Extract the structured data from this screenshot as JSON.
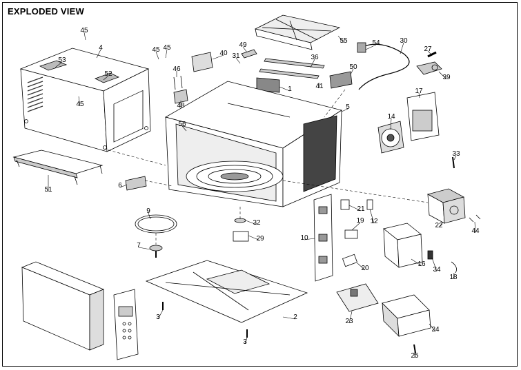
{
  "title": "EXPLODED VIEW",
  "colors": {
    "line": "#000000",
    "background": "#ffffff",
    "shade": "#d9d9d9",
    "dark": "#555555"
  },
  "callouts": [
    {
      "label": "45"
    },
    {
      "label": "4"
    },
    {
      "label": "45"
    },
    {
      "label": "45"
    },
    {
      "label": "40"
    },
    {
      "label": "49"
    },
    {
      "label": "55"
    },
    {
      "label": "54"
    },
    {
      "label": "30"
    },
    {
      "label": "27"
    },
    {
      "label": "53"
    },
    {
      "label": "52"
    },
    {
      "label": "46"
    },
    {
      "label": "31"
    },
    {
      "label": "36"
    },
    {
      "label": "50"
    },
    {
      "label": "39"
    },
    {
      "label": "45"
    },
    {
      "label": "48"
    },
    {
      "label": "1"
    },
    {
      "label": "41"
    },
    {
      "label": "17"
    },
    {
      "label": "56"
    },
    {
      "label": "5"
    },
    {
      "label": "14"
    },
    {
      "label": "51"
    },
    {
      "label": "33"
    },
    {
      "label": "6"
    },
    {
      "label": "9"
    },
    {
      "label": "32"
    },
    {
      "label": "21"
    },
    {
      "label": "12"
    },
    {
      "label": "22"
    },
    {
      "label": "44"
    },
    {
      "label": "19"
    },
    {
      "label": "10"
    },
    {
      "label": "29"
    },
    {
      "label": "7"
    },
    {
      "label": "16"
    },
    {
      "label": "34"
    },
    {
      "label": "20"
    },
    {
      "label": "18"
    },
    {
      "label": "3"
    },
    {
      "label": "2"
    },
    {
      "label": "23"
    },
    {
      "label": "24"
    },
    {
      "label": "3"
    },
    {
      "label": "25"
    }
  ]
}
